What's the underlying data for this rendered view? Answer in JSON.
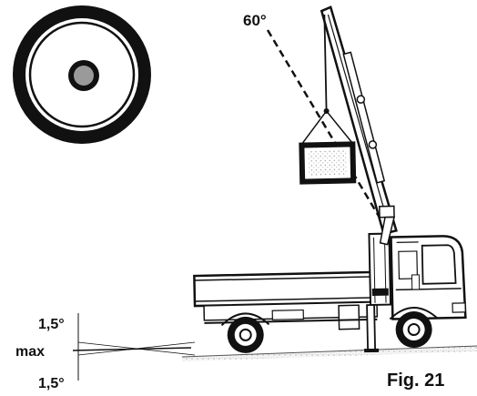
{
  "figure": {
    "boom_angle_label": "60°",
    "tilt_upper_label": "1,5°",
    "tilt_max_label": "max",
    "tilt_lower_label": "1,5°",
    "caption": "Fig. 21"
  },
  "icons": {
    "level": "bubble-level-icon",
    "truck": "truck-crane-icon"
  },
  "colors": {
    "ink": "#111111",
    "background": "#ffffff",
    "stipple": "#9a9a9a"
  }
}
